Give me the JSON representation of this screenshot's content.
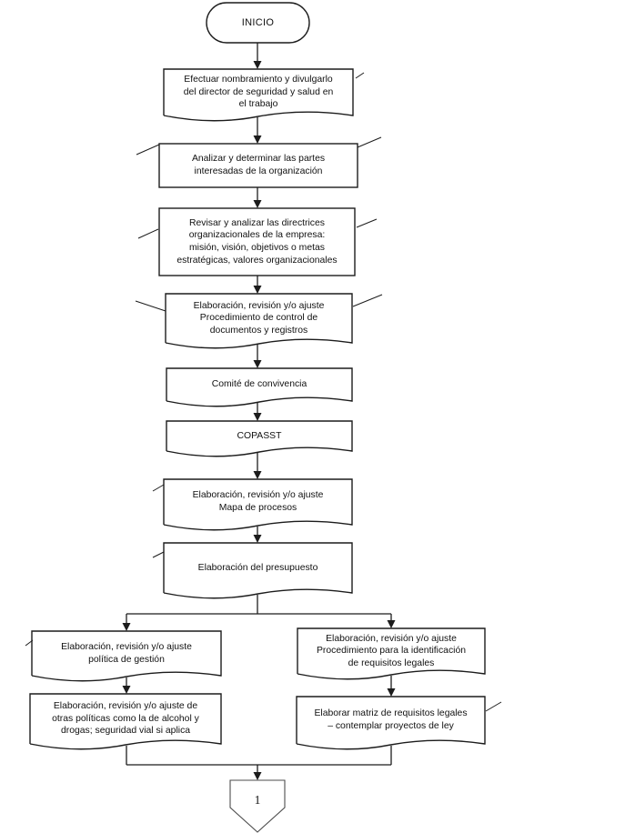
{
  "diagram": {
    "kind": "flowchart",
    "colors": {
      "shape_stroke": "#1c1c1c",
      "shape_fill": "#ffffff",
      "offpage_stroke": "#4d4d4d",
      "text": "#111111"
    },
    "nodes": [
      {
        "id": "inicio",
        "type": "terminator",
        "lines": [
          "INICIO"
        ]
      },
      {
        "id": "nombramiento-director",
        "type": "document",
        "lines": [
          "Efectuar nombramiento y divulgarlo",
          "del director de seguridad y salud en",
          "el trabajo"
        ]
      },
      {
        "id": "partes-interesadas",
        "type": "process",
        "lines": [
          "Analizar y determinar las partes",
          "interesadas de la organización"
        ]
      },
      {
        "id": "directrices-organizacionales",
        "type": "process",
        "lines": [
          "Revisar y analizar las directrices",
          "organizacionales de la empresa:",
          "misión, visión, objetivos o metas",
          "estratégicas, valores organizacionales"
        ]
      },
      {
        "id": "control-documentos",
        "type": "document",
        "lines": [
          "Elaboración, revisión y/o ajuste",
          "Procedimiento de control de",
          "documentos y registros"
        ]
      },
      {
        "id": "comite-convivencia",
        "type": "document",
        "lines": [
          "Comité de convivencia"
        ]
      },
      {
        "id": "copasst",
        "type": "document",
        "lines": [
          "COPASST"
        ]
      },
      {
        "id": "mapa-procesos",
        "type": "document",
        "lines": [
          "Elaboración, revisión y/o ajuste",
          "Mapa de procesos"
        ]
      },
      {
        "id": "presupuesto",
        "type": "document",
        "lines": [
          "Elaboración del presupuesto"
        ]
      },
      {
        "id": "politica-gestion",
        "type": "document",
        "lines": [
          "Elaboración, revisión y/o ajuste",
          "política de gestión"
        ]
      },
      {
        "id": "otras-politicas",
        "type": "document",
        "lines": [
          "Elaboración, revisión y/o ajuste de",
          "otras políticas como la de alcohol y",
          "drogas; seguridad vial si aplica"
        ]
      },
      {
        "id": "identificacion-requisitos-legales",
        "type": "document",
        "lines": [
          "Elaboración, revisión y/o ajuste",
          "Procedimiento para la identificación",
          "de requisitos legales"
        ]
      },
      {
        "id": "matriz-requisitos-legales",
        "type": "document",
        "lines": [
          "Elaborar matriz de requisitos legales",
          "– contemplar proyectos de ley"
        ]
      },
      {
        "id": "offpage-1",
        "type": "offpage-connector",
        "lines": [
          "1"
        ]
      }
    ]
  }
}
